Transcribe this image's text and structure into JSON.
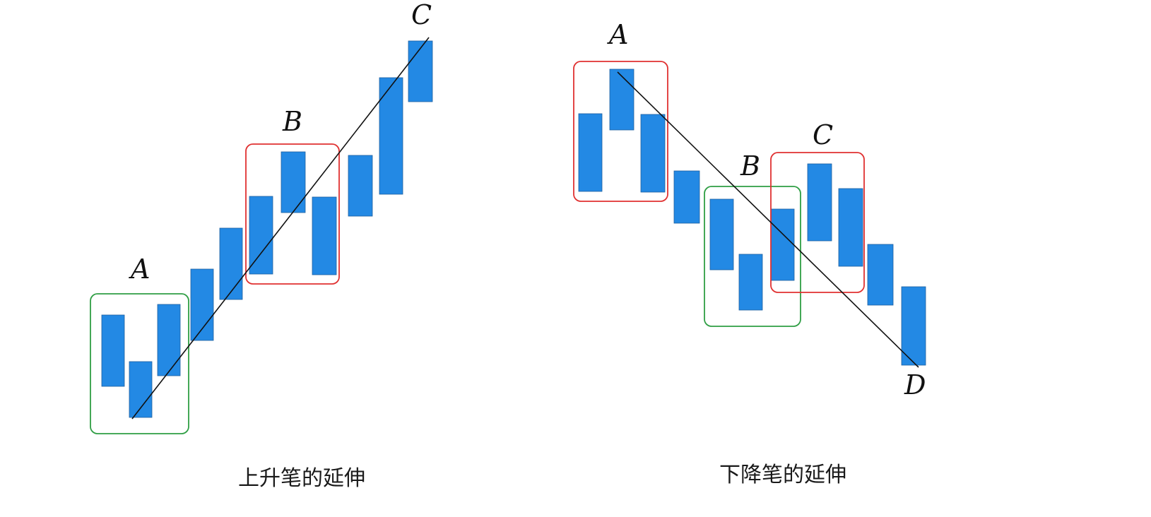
{
  "colors": {
    "candle": "#2389e4",
    "candle_edge": "#1f5f9e",
    "green_box": "#2f9e44",
    "red_box": "#e03131",
    "trend_line": "#111111"
  },
  "diagrams": [
    {
      "id": "up",
      "caption": "上升笔的延伸",
      "point_labels": [
        "A",
        "B",
        "C"
      ],
      "candle_count": 11,
      "boxes": [
        {
          "label": "A",
          "color": "green",
          "candles": [
            0,
            1,
            2
          ]
        },
        {
          "label": "B",
          "color": "red",
          "candles": [
            5,
            6,
            7
          ]
        }
      ],
      "trend_line": {
        "from": "A",
        "to": "C"
      }
    },
    {
      "id": "down",
      "caption": "下降笔的延伸",
      "point_labels": [
        "A",
        "B",
        "C",
        "D"
      ],
      "candle_count": 11,
      "boxes": [
        {
          "label": "A",
          "color": "red",
          "candles": [
            0,
            1,
            2
          ]
        },
        {
          "label": "B",
          "color": "green",
          "candles": [
            4,
            5,
            6
          ]
        },
        {
          "label": "C",
          "color": "red",
          "candles": [
            6,
            7,
            8
          ]
        }
      ],
      "trend_line": {
        "from": "A",
        "to": "D"
      }
    }
  ]
}
